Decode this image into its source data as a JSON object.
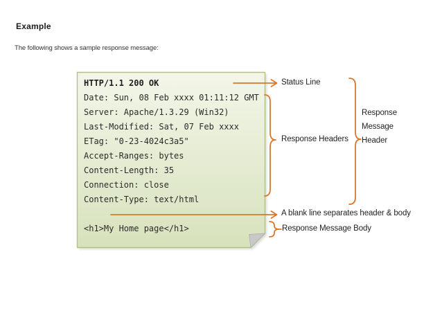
{
  "page": {
    "heading": "Example",
    "intro": "The following shows a sample response message:"
  },
  "note": {
    "lines": [
      "HTTP/1.1 200 OK",
      "Date: Sun, 08 Feb xxxx 01:11:12 GMT",
      "Server: Apache/1.3.29 (Win32)",
      "Last-Modified: Sat, 07 Feb xxxx",
      "ETag: \"0-23-4024c3a5\"",
      "Accept-Ranges: bytes",
      "Content-Length: 35",
      "Connection: close",
      "Content-Type: text/html",
      "",
      "<h1>My Home page</h1>"
    ]
  },
  "annotations": {
    "status_line": "Status Line",
    "response_headers": "Response Headers",
    "response_message_header": "Response\nMessage\nHeader",
    "blank_line": "A blank line separates header & body",
    "response_message_body": "Response Message Body"
  },
  "colors": {
    "accent_orange": "#d9772e",
    "note_border": "#b2c287",
    "note_fill_top": "#f3f6e9",
    "note_fill_bottom": "#d7e2bc",
    "fold_gray": "#c8c8c8"
  }
}
